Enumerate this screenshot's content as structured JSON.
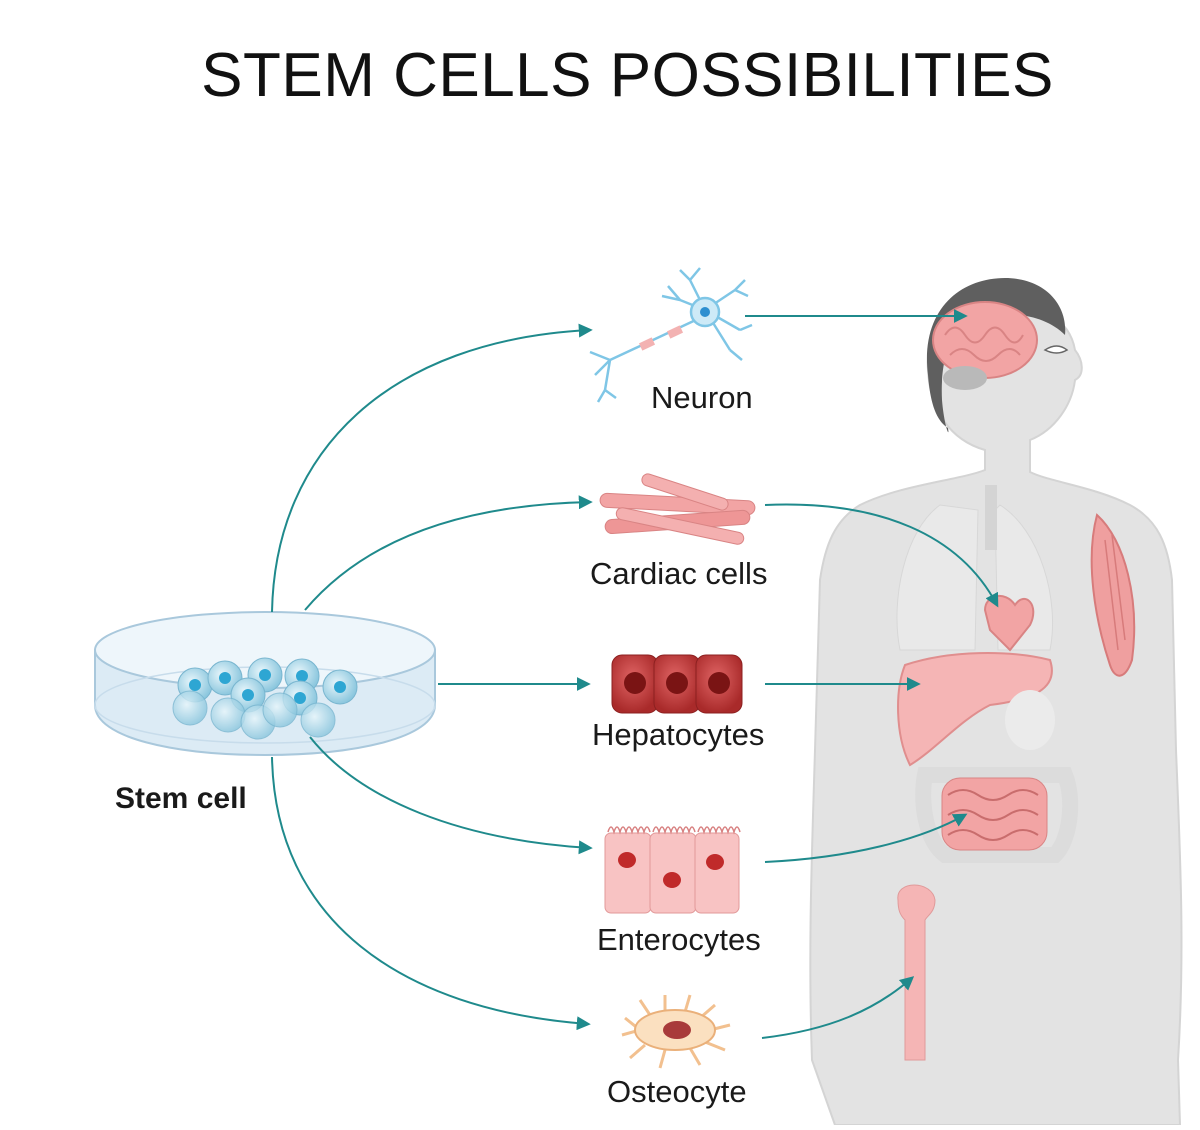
{
  "title": "STEM CELLS POSSIBILITIES",
  "source": {
    "label": "Stem cell"
  },
  "cells": [
    {
      "label": "Neuron",
      "target": "brain"
    },
    {
      "label": "Cardiac cells",
      "target": "heart"
    },
    {
      "label": "Hepatocytes",
      "target": "liver"
    },
    {
      "label": "Enterocytes",
      "target": "intestine"
    },
    {
      "label": "Osteocyte",
      "target": "bone"
    }
  ],
  "colors": {
    "arrow": "#1f8a8c",
    "body": "#e3e3e3",
    "hair": "#5f5f5f",
    "organ": "#f2a4a4",
    "cell_red": "#c83a3a",
    "dish": "#dcebf5",
    "stem_cell": "#9fd3e6"
  }
}
